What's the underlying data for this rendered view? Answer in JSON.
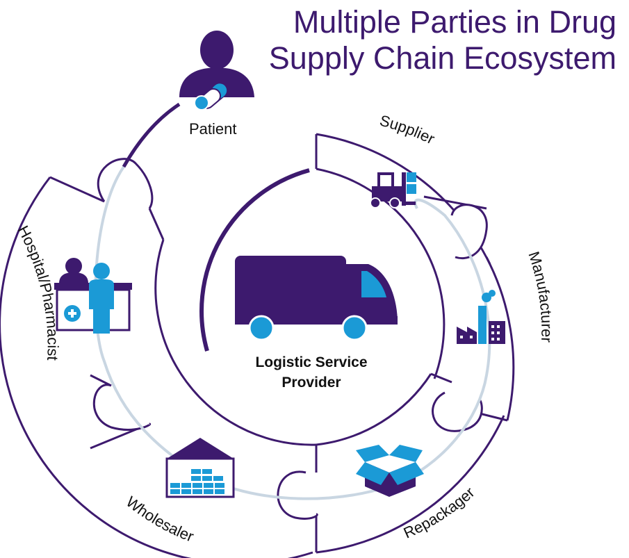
{
  "title": {
    "line1": "Multiple Parties in Drug",
    "line2": "Supply Chain Ecosystem"
  },
  "center": {
    "line1": "Logistic Service",
    "line2": "Provider",
    "icon": "delivery-truck-icon"
  },
  "parties": [
    {
      "label": "Patient",
      "icon": "patient-with-pill-icon"
    },
    {
      "label": "Supplier",
      "icon": "forklift-icon"
    },
    {
      "label": "Manufacturer",
      "icon": "factory-icon"
    },
    {
      "label": "Repackager",
      "icon": "open-box-icon"
    },
    {
      "label": "Wholesaler",
      "icon": "warehouse-icon"
    },
    {
      "label": "Hospital/Pharmacist",
      "icon": "pharmacy-counter-icon"
    }
  ],
  "colors": {
    "purple": "#3d1a6e",
    "blue": "#1b9ad6",
    "track": "#c9d6e2"
  }
}
